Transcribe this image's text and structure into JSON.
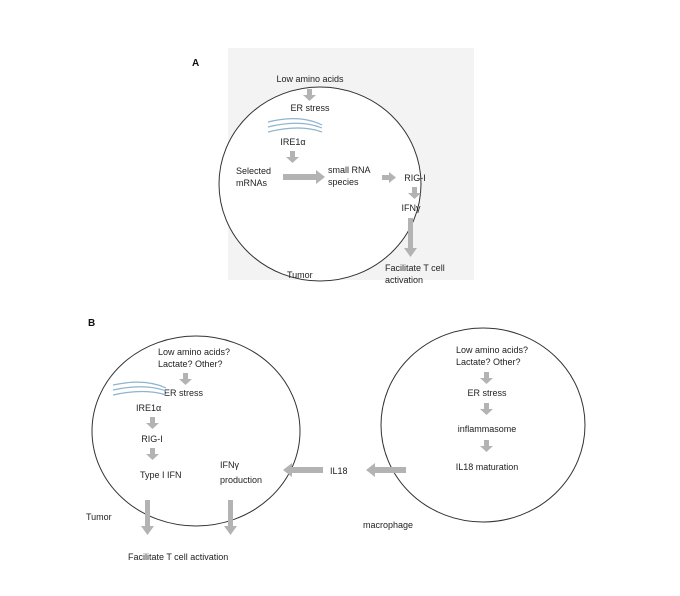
{
  "panel_a": {
    "label": "A",
    "low_amino_acids": "Low amino acids",
    "er_stress": "ER stress",
    "ire1a": "IRE1α",
    "selected_line1": "Selected",
    "selected_line2": "mRNAs",
    "small_rna_line1": "small RNA",
    "small_rna_line2": "species",
    "rig_i": "RIG-I",
    "ifng": "IFNγ",
    "tumor": "Tumor",
    "facilitate_line1": "Facilitate T cell",
    "facilitate_line2": "activation"
  },
  "panel_b": {
    "label": "B",
    "tumor_cell": {
      "low_amino_line1": "Low amino acids?",
      "low_amino_line2": "Lactate?  Other?",
      "er_stress": "ER stress",
      "ire1a": "IRE1α",
      "rig_i": "RIG-I",
      "type1_ifn": "Type I IFN",
      "ifng_line1": "IFNγ",
      "ifng_line2": "production",
      "tumor": "Tumor"
    },
    "il18": "IL18",
    "macrophage_cell": {
      "low_amino_line1": "Low amino acids?",
      "low_amino_line2": "Lactate?  Other?",
      "er_stress": "ER stress",
      "inflammasome": "inflammasome",
      "il18_maturation": "IL18 maturation",
      "macrophage": "macrophage"
    },
    "facilitate": "Facilitate T cell activation"
  }
}
